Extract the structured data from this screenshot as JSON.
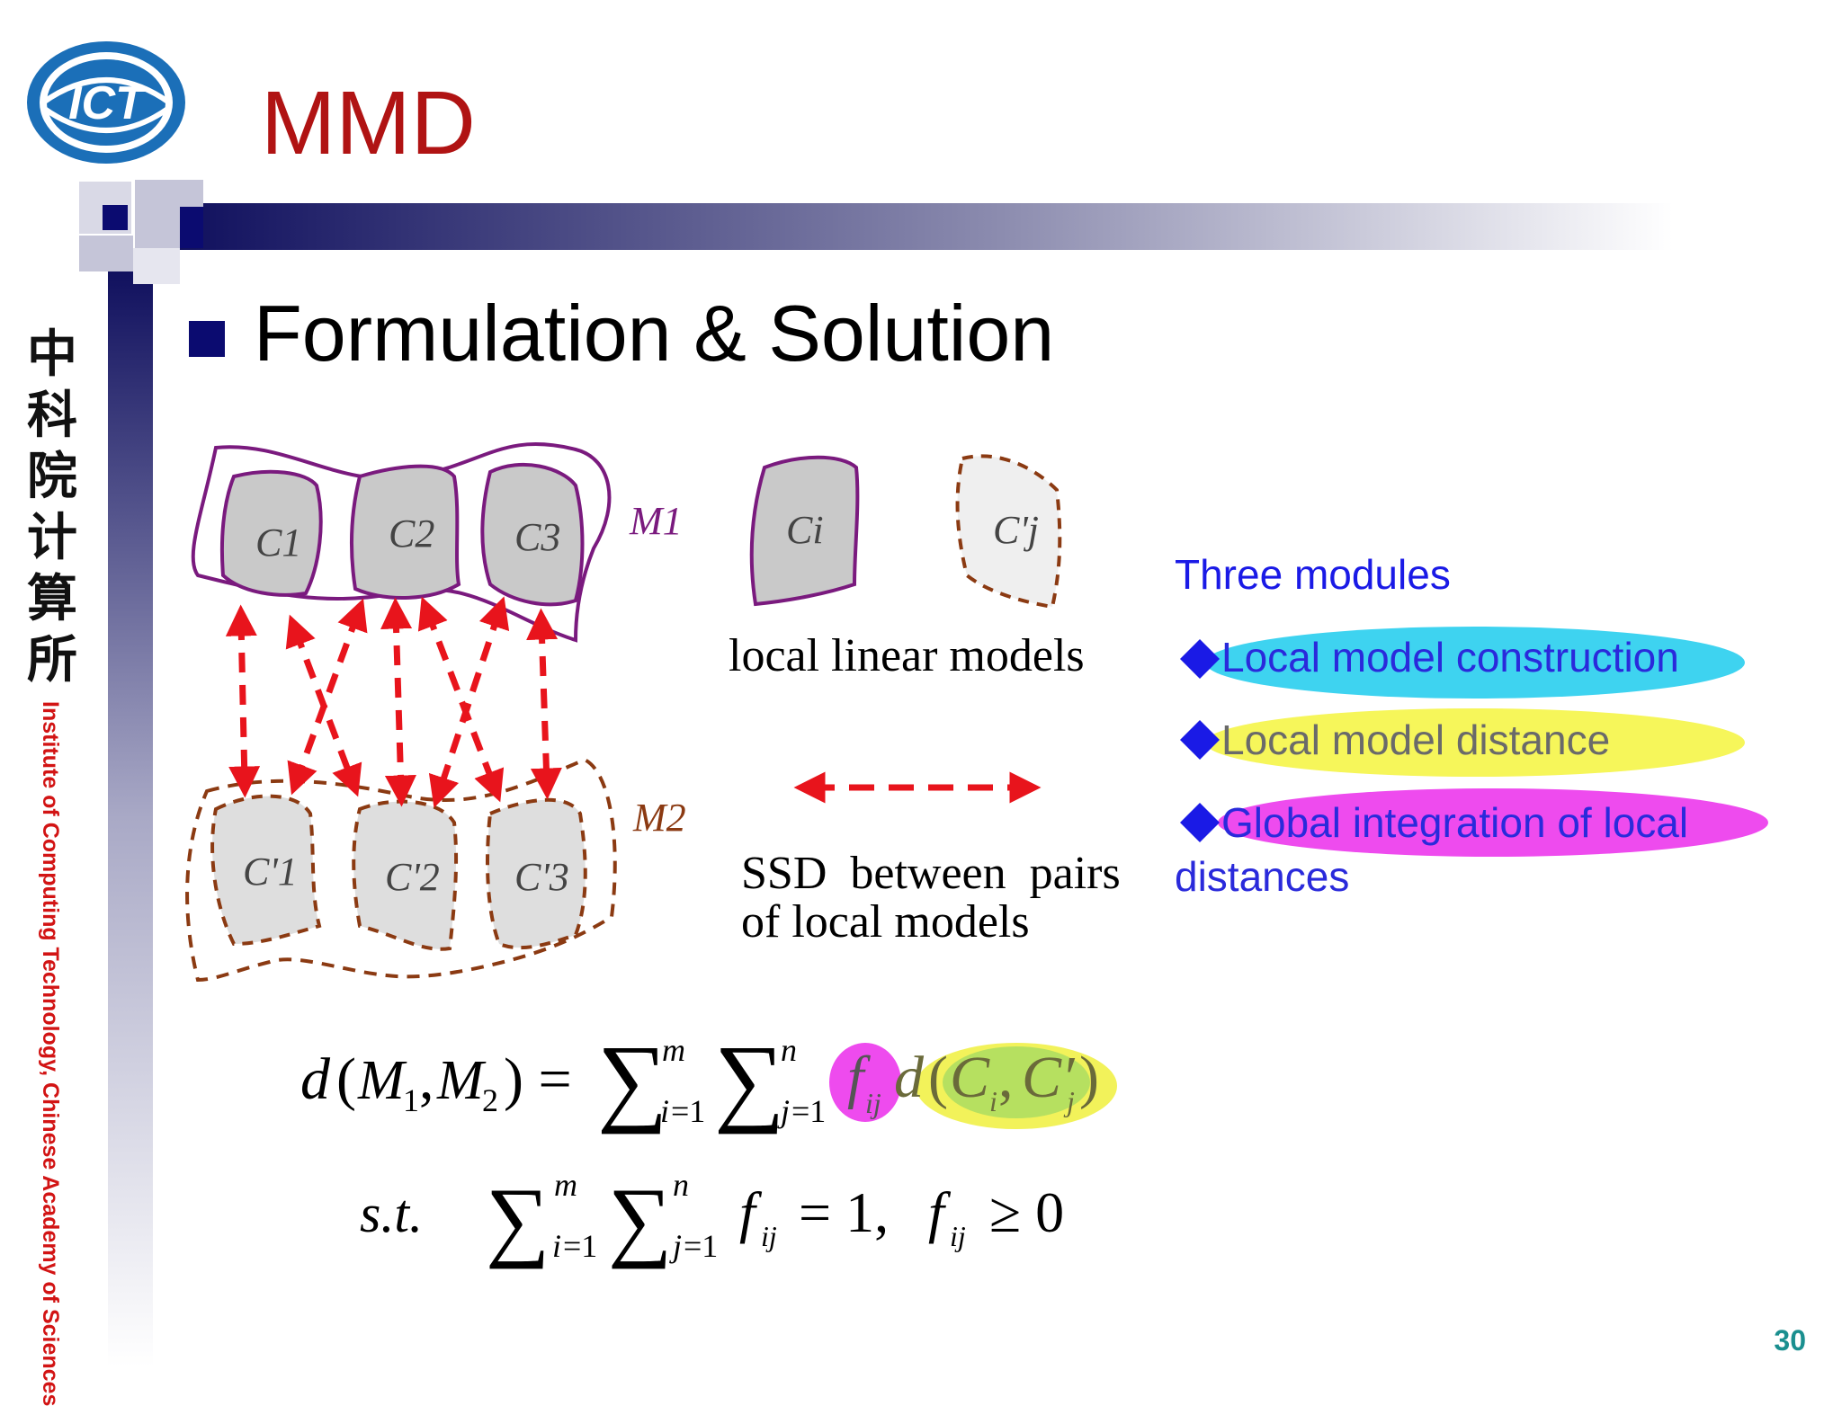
{
  "header": {
    "logo_text": "ICT",
    "title": "MMD",
    "org_cn": [
      "中",
      "科",
      "院",
      "计",
      "算",
      "所"
    ],
    "org_en": "Institute of Computing Technology, Chinese Academy of Sciences"
  },
  "slide": {
    "heading": "Formulation & Solution",
    "page_number": "30"
  },
  "diagram": {
    "manifold_1": "M1",
    "manifold_2": "M2",
    "clusters_top": [
      "C1",
      "C2",
      "C3"
    ],
    "clusters_bottom": [
      "C'1",
      "C'2",
      "C'3"
    ],
    "legend_ci": "Ci",
    "legend_cj": "C'j",
    "caption_local": "local linear models",
    "caption_ssd_line1": "SSD  between  pairs",
    "caption_ssd_line2": "of local models"
  },
  "modules": {
    "title": "Three modules",
    "item1": "Local model construction",
    "item2": "Local model distance",
    "item3_line1": "Global integration of local",
    "item3_line2": "distances",
    "highlight_colors": [
      "#3ed3f0",
      "#f6f65a",
      "#ee4bee"
    ]
  },
  "formula": {
    "eq1_lhs": "d(M1,M2) =",
    "eq1_rhs": "Σi=1..m Σj=1..n fij d(Ci, C'j)",
    "eq2": "s.t.  Σi=1..m Σj=1..n fij = 1,  fij ≥ 0"
  },
  "colors": {
    "title_red": "#b01313",
    "accent_navy": "#0b0b70",
    "modules_blue": "#1a1ae6",
    "module_item_blue": "#2a2adb",
    "arrow_red": "#e8141c",
    "manifold_purple": "#7a1a7e",
    "manifold_brown": "#8b3a12"
  }
}
